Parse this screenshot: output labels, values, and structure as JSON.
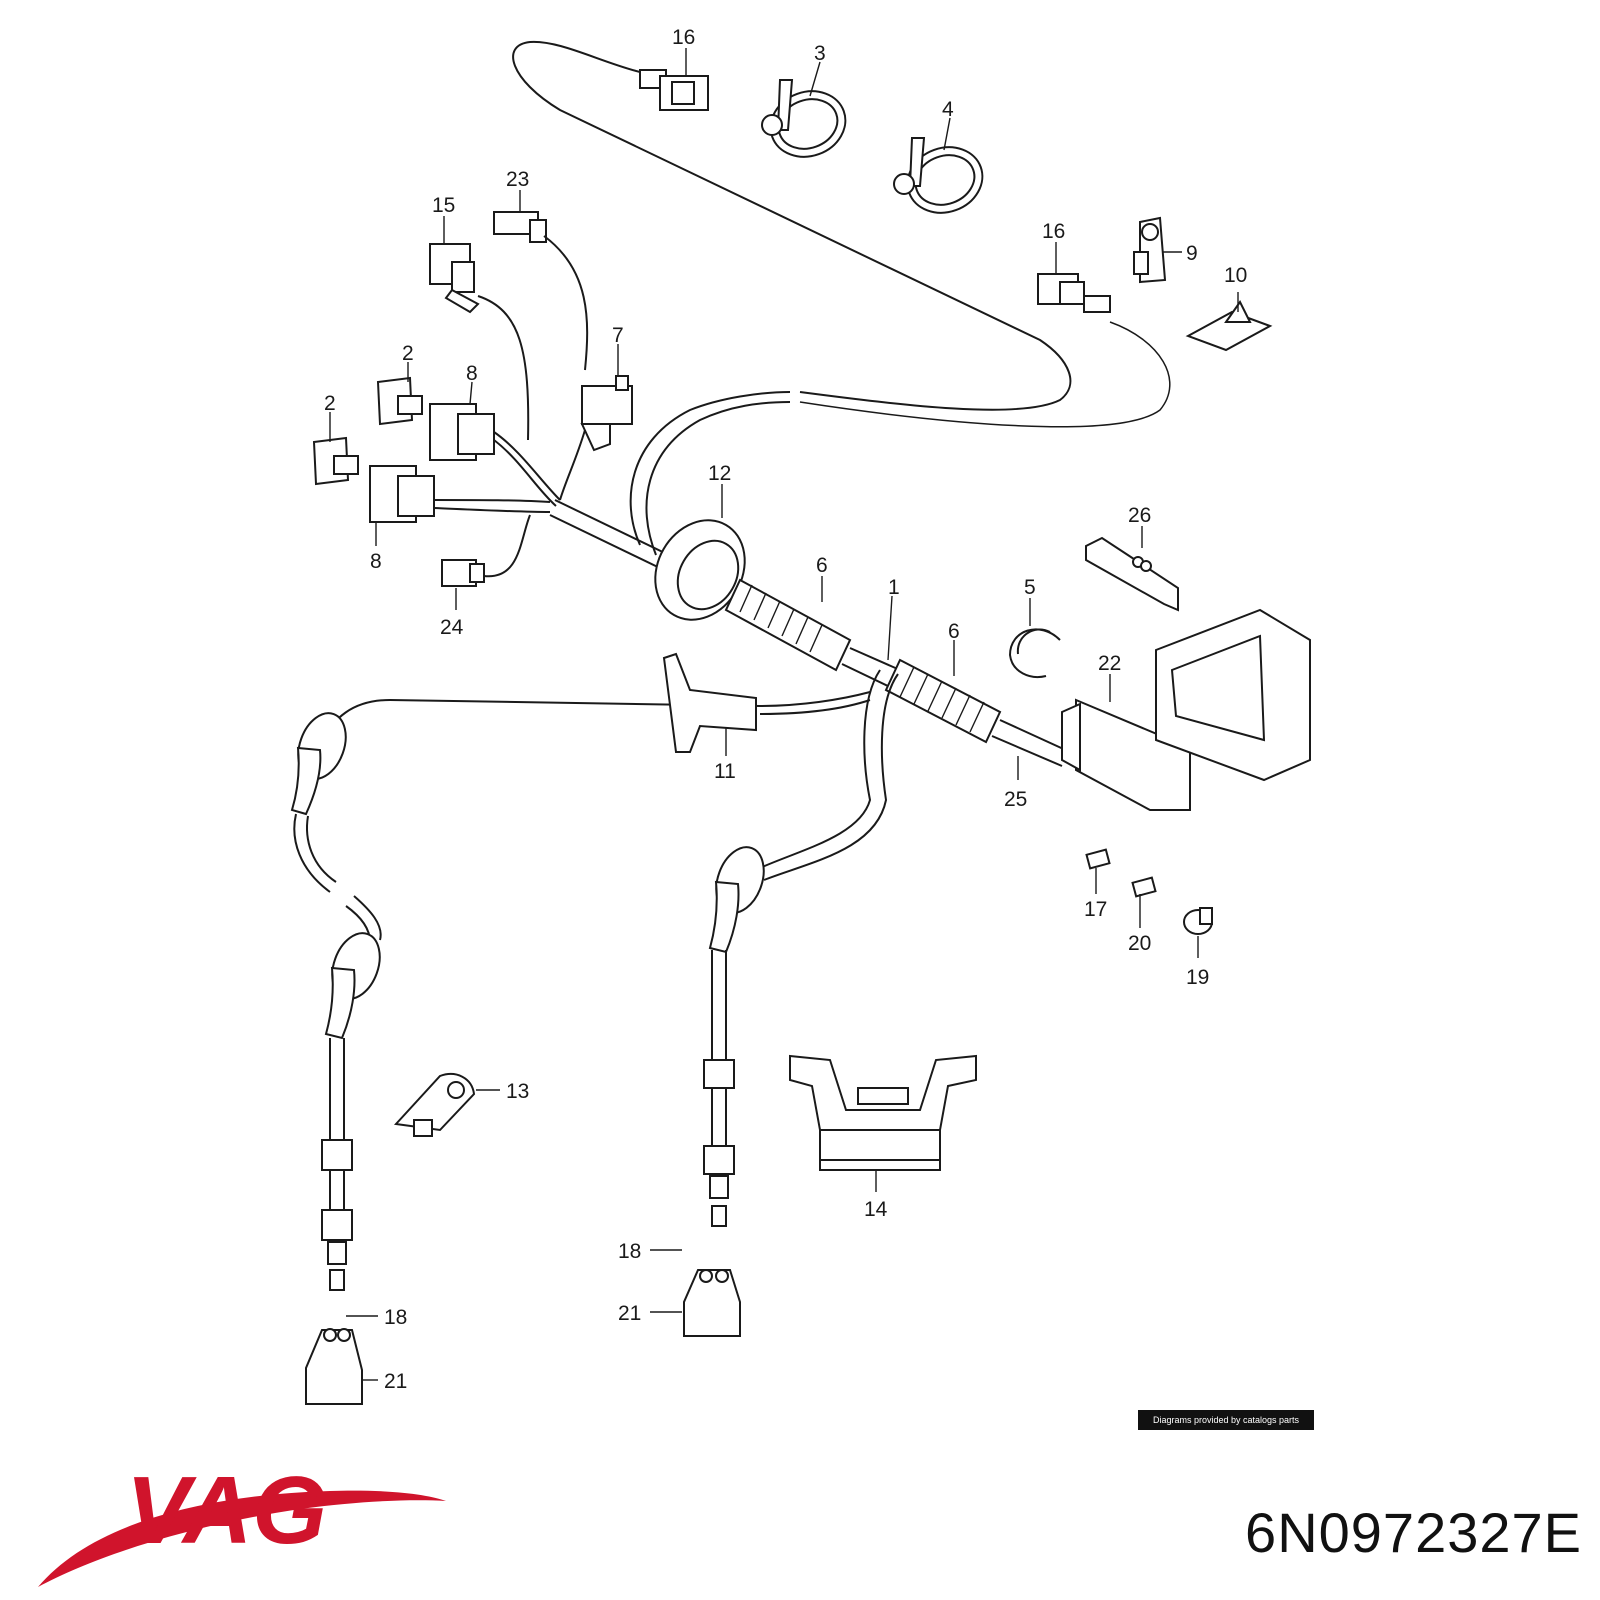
{
  "callouts": [
    {
      "id": "c16a",
      "label": "16"
    },
    {
      "id": "c3",
      "label": "3"
    },
    {
      "id": "c4",
      "label": "4"
    },
    {
      "id": "c23",
      "label": "23"
    },
    {
      "id": "c15",
      "label": "15"
    },
    {
      "id": "c16b",
      "label": "16"
    },
    {
      "id": "c9",
      "label": "9"
    },
    {
      "id": "c10",
      "label": "10"
    },
    {
      "id": "c7",
      "label": "7"
    },
    {
      "id": "c2a",
      "label": "2"
    },
    {
      "id": "c8a",
      "label": "8"
    },
    {
      "id": "c2b",
      "label": "2"
    },
    {
      "id": "c12",
      "label": "12"
    },
    {
      "id": "c26",
      "label": "26"
    },
    {
      "id": "c8b",
      "label": "8"
    },
    {
      "id": "c6a",
      "label": "6"
    },
    {
      "id": "c1",
      "label": "1"
    },
    {
      "id": "c5",
      "label": "5"
    },
    {
      "id": "c24",
      "label": "24"
    },
    {
      "id": "c6b",
      "label": "6"
    },
    {
      "id": "c22",
      "label": "22"
    },
    {
      "id": "c11",
      "label": "11"
    },
    {
      "id": "c25",
      "label": "25"
    },
    {
      "id": "c17",
      "label": "17"
    },
    {
      "id": "c20",
      "label": "20"
    },
    {
      "id": "c19",
      "label": "19"
    },
    {
      "id": "c13",
      "label": "13"
    },
    {
      "id": "c14",
      "label": "14"
    },
    {
      "id": "c18a",
      "label": "18"
    },
    {
      "id": "c21a",
      "label": "21"
    },
    {
      "id": "c18b",
      "label": "18"
    },
    {
      "id": "c21b",
      "label": "21"
    }
  ],
  "credit": "Diagrams provided by catalogs parts",
  "brand": {
    "name": "VAG",
    "color": "#d0142c"
  },
  "part_number": "6N0972327E"
}
